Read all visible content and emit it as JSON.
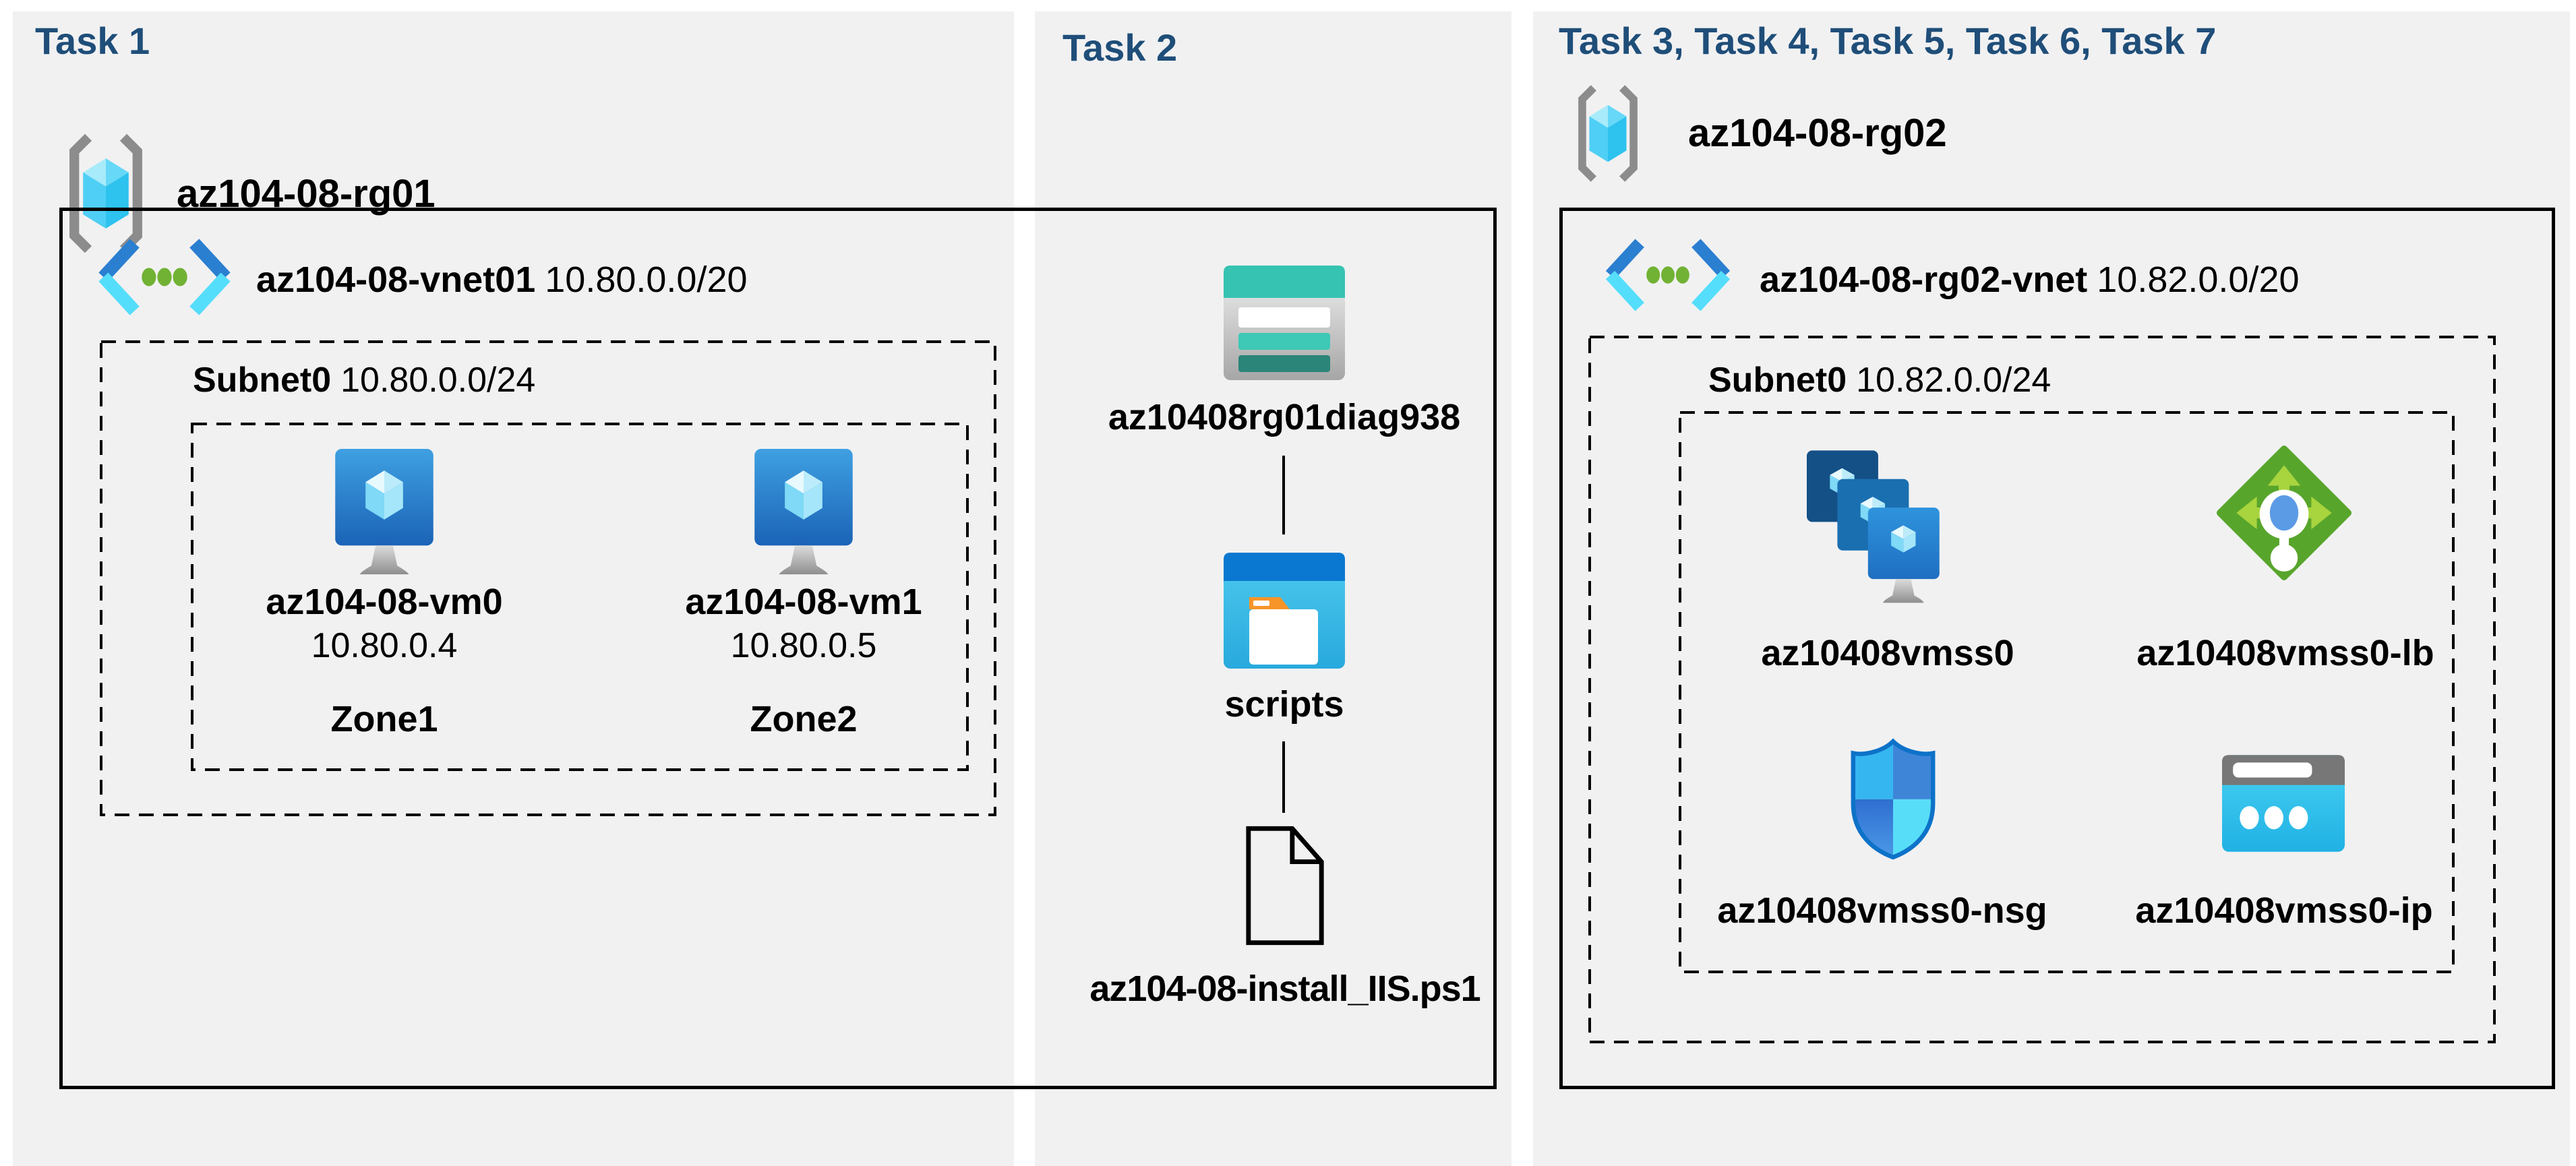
{
  "colors": {
    "page_background": "#ffffff",
    "panel_background": "#F1F1F2",
    "heading": "#1F4E79",
    "line": "#000000",
    "vnet_chevron_top": "#2B7FD0",
    "vnet_chevron_bottom": "#55DEFB",
    "vnet_dot_green": "#71B234",
    "lb_green": "#58A52C",
    "storage_teal": "#36C3B1",
    "scripts_blue": "#0A78D0",
    "folder_tab_orange": "#F79428"
  },
  "icons": {
    "resource_group": "azure-resource-group-icon",
    "virtual_network": "azure-virtual-network-icon",
    "virtual_machine": "azure-virtual-machine-icon",
    "storage_account": "azure-storage-account-icon",
    "blob_container": "azure-blob-container-icon",
    "script_file": "powershell-script-file-icon",
    "vm_scale_set": "azure-vm-scale-set-icon",
    "load_balancer": "azure-load-balancer-icon",
    "network_security_group": "azure-nsg-icon",
    "public_ip": "azure-public-ip-icon"
  },
  "task1": {
    "title": "Task 1",
    "resource_group": "az104-08-rg01",
    "vnet_name": "az104-08-vnet01",
    "vnet_cidr": "10.80.0.0/20",
    "subnet_name": "Subnet0",
    "subnet_cidr": "10.80.0.0/24",
    "vms": [
      {
        "name": "az104-08-vm0",
        "ip": "10.80.0.4",
        "zone": "Zone1"
      },
      {
        "name": "az104-08-vm1",
        "ip": "10.80.0.5",
        "zone": "Zone2"
      }
    ]
  },
  "task2": {
    "title": "Task 2",
    "storage_account": "az10408rg01diag938",
    "container": "scripts",
    "script_file": "az104-08-install_IIS.ps1"
  },
  "task3": {
    "title": "Task 3, Task 4, Task 5, Task 6, Task 7",
    "resource_group": "az104-08-rg02",
    "vnet_name": "az104-08-rg02-vnet",
    "vnet_cidr": "10.82.0.0/20",
    "subnet_name": "Subnet0",
    "subnet_cidr": "10.82.0.0/24",
    "vmss": "az10408vmss0",
    "load_balancer": "az10408vmss0-lb",
    "nsg": "az10408vmss0-nsg",
    "public_ip": "az10408vmss0-ip"
  }
}
